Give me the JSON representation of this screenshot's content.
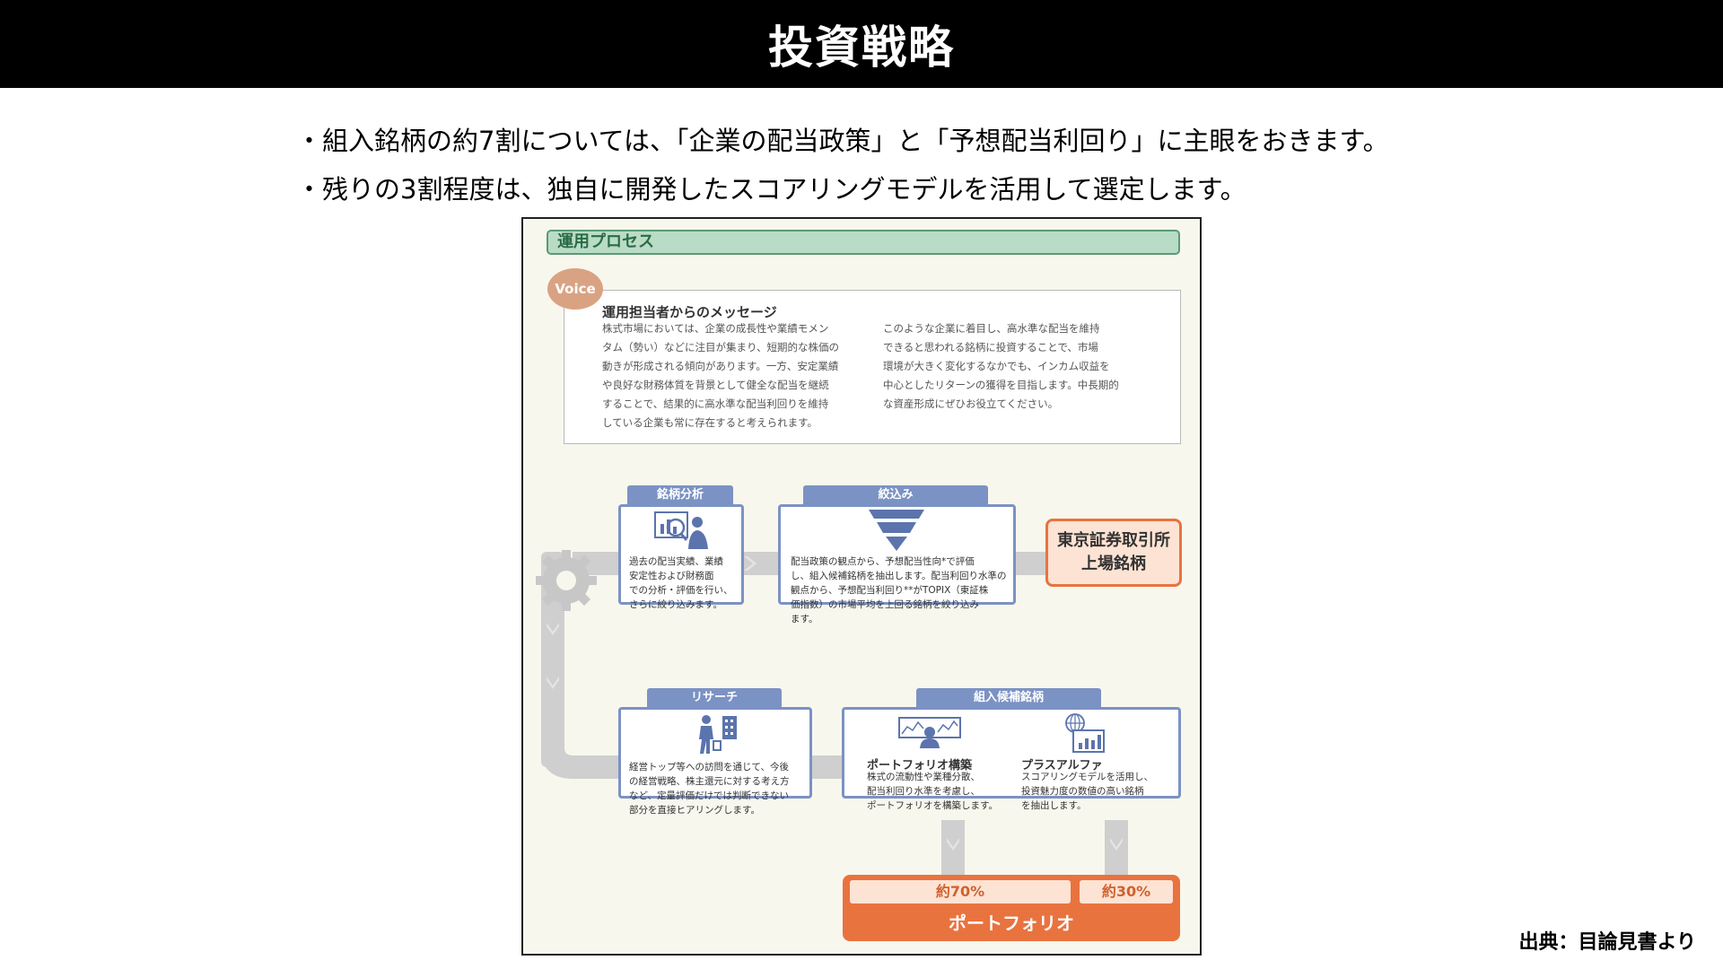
{
  "header": {
    "title": "投資戦略"
  },
  "bullets": [
    "・組入銘柄の約7割については、「企業の配当政策」と「予想配当利回り」に主眼をおきます。",
    "・残りの3割程度は、独自に開発したスコアリングモデルを活用して選定します。"
  ],
  "figure": {
    "section_label": "運用プロセス",
    "voice_label": "Voice",
    "message": {
      "title": "運用担当者からのメッセージ",
      "col1": [
        "株式市場においては、企業の成長性や業績モメン",
        "タム（勢い）などに注目が集まり、短期的な株価の",
        "動きが形成される傾向があります。一方、安定業績",
        "や良好な財務体質を背景として健全な配当を継続",
        "することで、結果的に高水準な配当利回りを維持",
        "している企業も常に存在すると考えられます。"
      ],
      "col2": [
        "このような企業に着目し、高水準な配当を維持",
        "できると思われる銘柄に投資することで、市場",
        "環境が大きく変化するなかでも、インカム収益を",
        "中心としたリターンの獲得を目指します。中長期的",
        "な資産形成にぜひお役立てください。"
      ]
    },
    "tse": {
      "line1": "東京証券取引所",
      "line2": "上場銘柄"
    },
    "steps": {
      "narrowing": {
        "tab": "絞込み",
        "text": [
          "配当政策の観点から、予想配当性向*で評価",
          "し、組入候補銘柄を抽出します。配当利回り水準の",
          "観点から、予想配当利回り**がTOPIX（東証株",
          "価指数）の市場平均を上回る銘柄を絞り込み",
          "ます。"
        ]
      },
      "analysis": {
        "tab": "銘柄分析",
        "text": [
          "過去の配当実績、業績",
          "安定性および財務面",
          "での分析・評価を行い、",
          "さらに絞り込みます。"
        ]
      },
      "research": {
        "tab": "リサーチ",
        "text": [
          "経営トップ等への訪問を通じて、今後",
          "の経営戦略、株主還元に対する考え方",
          "など、定量評価だけでは判断できない",
          "部分を直接ヒアリングします。"
        ]
      },
      "candidates": {
        "tab": "組入候補銘柄",
        "portfolio_build": {
          "title": "ポートフォリオ構築",
          "text": [
            "株式の流動性や業種分散、",
            "配当利回り水準を考慮し、",
            "ポートフォリオを構築します。"
          ]
        },
        "plus_alpha": {
          "title": "プラスアルファ",
          "text": [
            "スコアリングモデルを活用し、",
            "投資魅力度の数値の高い銘柄",
            "を抽出します。"
          ]
        }
      }
    },
    "portfolio": {
      "pct_70": "約70%",
      "pct_30": "約30%",
      "label": "ポートフォリオ"
    }
  },
  "source": "出典：目論見書より",
  "colors": {
    "step_blue": "#7b92c4",
    "accent_orange": "#e9733f",
    "section_green": "#b9dcc6",
    "conveyor_gray": "#c9c9c9"
  }
}
